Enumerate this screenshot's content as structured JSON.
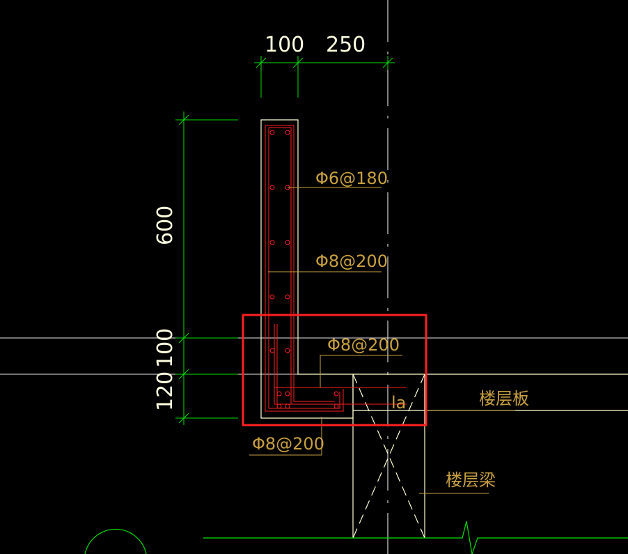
{
  "colors": {
    "background": "#000000",
    "dimension_line": "#00ff00",
    "outline": "#ffffd0",
    "rebar": "#ff2020",
    "leader": "#c8a040",
    "highlight": "#ff2020",
    "axis": "#ffffff"
  },
  "dimensions": {
    "top_left": "100",
    "top_right": "250",
    "side_600": "600",
    "side_100": "100",
    "side_120": "120"
  },
  "labels": {
    "rebar_phi6_180": "Φ6@180",
    "rebar_phi8_200_upper": "Φ8@200",
    "rebar_phi8_200_middle": "Φ8@200",
    "rebar_phi8_200_bottom": "Φ8@200",
    "anchorage": "la",
    "floor_slab": "楼层板",
    "floor_beam": "楼层梁"
  }
}
